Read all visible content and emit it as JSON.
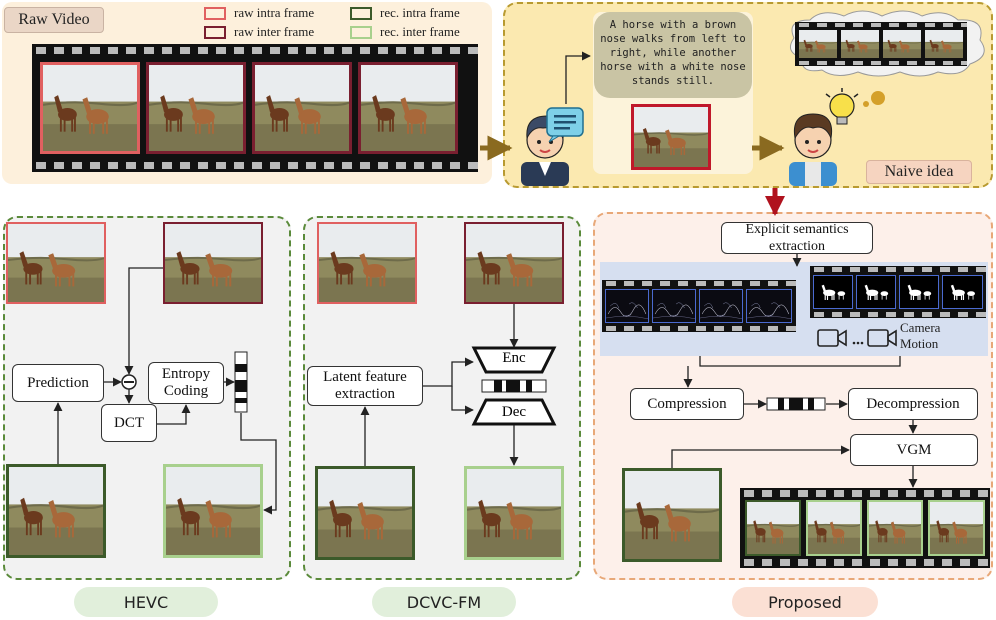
{
  "top": {
    "raw_video_label": "Raw Video",
    "legend": [
      {
        "label": "raw intra frame",
        "color": "#e06060"
      },
      {
        "label": "raw inter frame",
        "color": "#7a1f30"
      },
      {
        "label": "rec. intra frame",
        "color": "#3c5a2a"
      },
      {
        "label": "rec. inter frame",
        "color": "#a8d08d"
      }
    ],
    "caption_text": "A horse with a brown nose walks from left to right, while another horse with a white nose stands still.",
    "naive_label": "Naive idea"
  },
  "hevc": {
    "prediction": "Prediction",
    "entropy_coding": "Entropy Coding",
    "dct": "DCT",
    "label": "HEVC"
  },
  "dcvc": {
    "latent": "Latent feature extraction",
    "enc": "Enc",
    "dec": "Dec",
    "label": "DCVC-FM"
  },
  "proposed": {
    "explicit": "Explicit semantics extraction",
    "camera_motion": "Camera Motion",
    "compression": "Compression",
    "decompression": "Decompression",
    "vgm": "VGM",
    "label": "Proposed"
  },
  "colors": {
    "raw_intra": "#e06060",
    "raw_inter": "#7a1f30",
    "rec_intra": "#3c5a2a",
    "rec_inter": "#a8d08d",
    "top_bg": "#fdf0dc",
    "naive_bg": "#fbe9b0",
    "hevc_border": "#5a8a3a",
    "proposed_border": "#e8a878",
    "proposed_bg": "#fdf0ea",
    "semantics_bg": "#d6dff0"
  },
  "icons": [
    "horse-photo",
    "person-avatar",
    "speech-bubble-icon",
    "lightbulb-icon",
    "camera-icon",
    "thought-cloud-icon",
    "minus-circle-icon",
    "bitstream-icon",
    "arrow-icon"
  ]
}
